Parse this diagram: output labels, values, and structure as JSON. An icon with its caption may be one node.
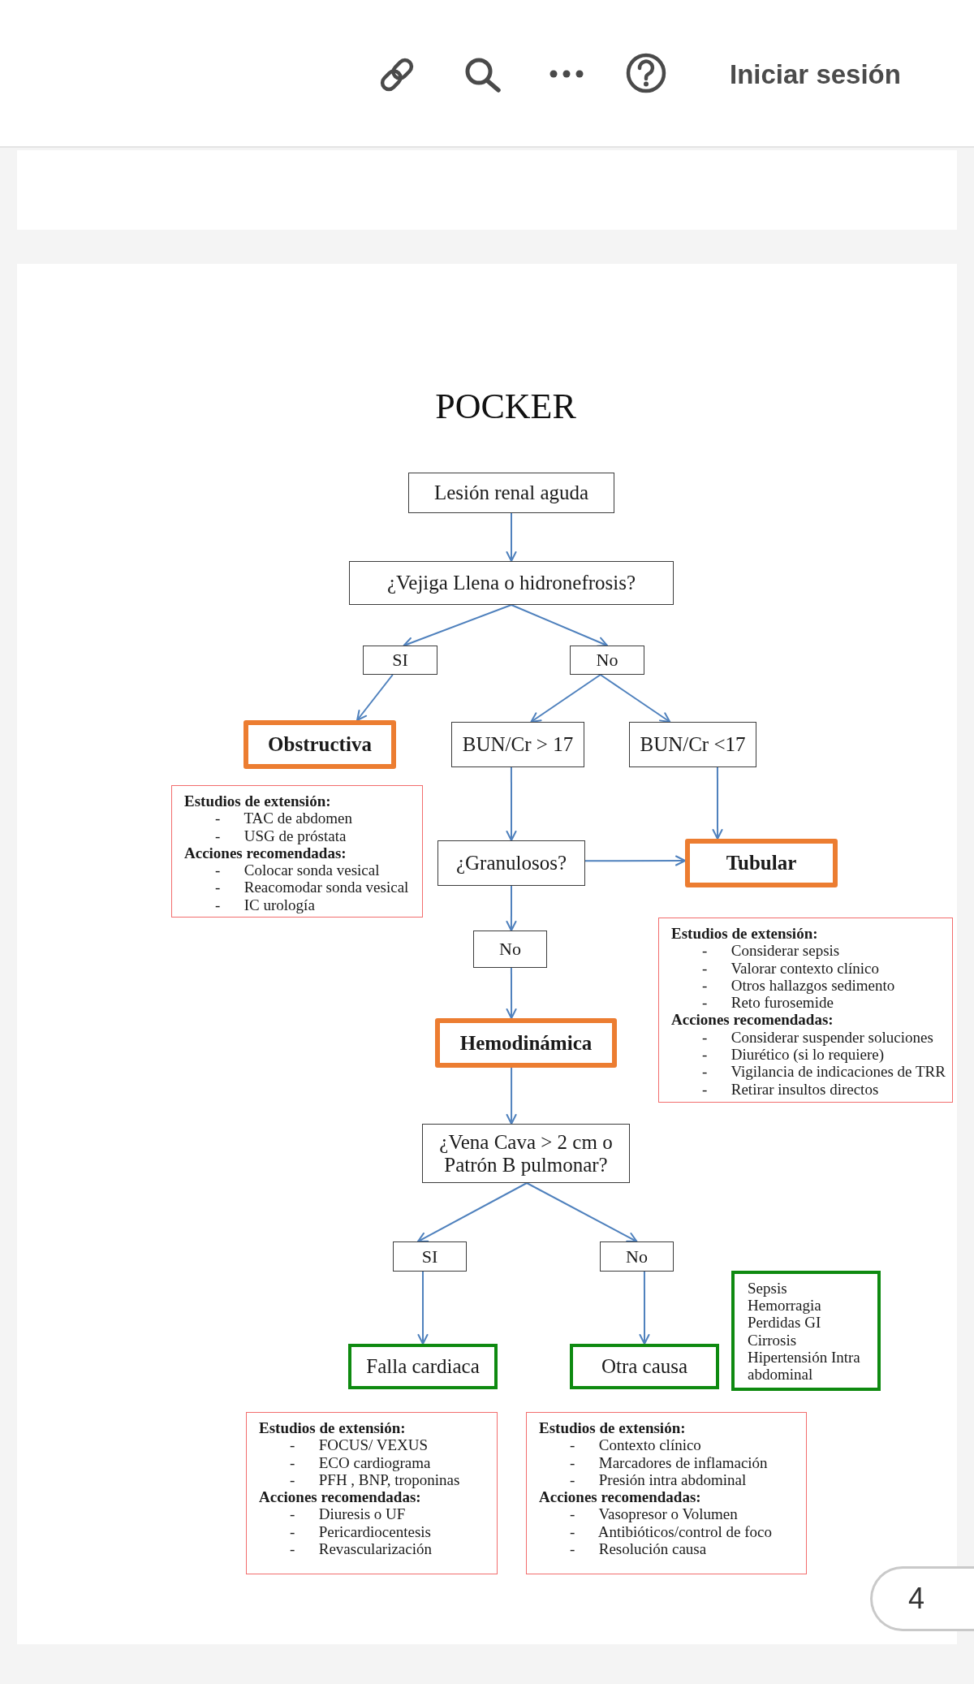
{
  "diagram": {
    "title": "POCKER",
    "nodes": [
      {
        "text": [
          "Lesión renal aguda"
        ]
      },
      {
        "text": [
          "¿Vejiga Llena o hidronefrosis?"
        ]
      },
      {
        "text": [
          "SI"
        ]
      },
      {
        "text": [
          "No"
        ]
      },
      {
        "text": [
          "Obstructiva"
        ]
      },
      {
        "text": [
          "BUN/Cr > 17"
        ]
      },
      {
        "text": [
          "BUN/Cr <17"
        ]
      },
      {
        "text": [
          "Estudios de extensión:",
          "- TAC de abdomen",
          "- USG de próstata",
          "Acciones recomendadas:",
          "- Colocar sonda vesical",
          "- Reacomodar sonda vesical",
          "- IC urología"
        ]
      },
      {
        "text": [
          "¿Granulosos?"
        ]
      },
      {
        "text": [
          "Tubular"
        ]
      },
      {
        "text": [
          "No"
        ]
      },
      {
        "text": [
          "Estudios de extensión:",
          "- Considerar sepsis",
          "- Valorar contexto clínico",
          "- Otros hallazgos sedimento",
          "- Reto furosemide",
          "Acciones recomendadas:",
          "- Considerar suspender soluciones",
          "- Diurético (si lo requiere)",
          "- Vigilancia de indicaciones de TRR",
          "- Retirar insultos directos"
        ]
      },
      {
        "text": [
          "Hemodinámica"
        ]
      },
      {
        "text": [
          "¿Vena Cava > 2 cm o Patrón B pulmonar?"
        ]
      },
      {
        "text": [
          "SI"
        ]
      },
      {
        "text": [
          "No"
        ]
      },
      {
        "text": [
          "Falla cardiaca"
        ]
      },
      {
        "text": [
          "Otra causa"
        ]
      },
      {
        "text": [
          "Sepsis",
          "Hemorragia",
          "Perdidas GI",
          "Cirrosis",
          "Hipertensión Intra abdominal"
        ]
      },
      {
        "text": [
          "Estudios de extensión:",
          "- FOCUS/ VEXUS",
          "- ECO cardiograma",
          "- PFH , BNP, troponinas",
          "Acciones recomendadas:",
          "- Diuresis o UF",
          "- Pericardiocentesis",
          "- Revascularización"
        ]
      },
      {
        "text": [
          "Estudios de extensión:",
          "- Contexto clínico",
          "- Marcadores de inflamación",
          "- Presión intra abdominal",
          "Acciones recomendadas:",
          "- Vasopresor o Volumen",
          "- Antibióticos/control de foco",
          "- Resolución causa"
        ]
      }
    ],
    "edges": [
      {
        "from": 0,
        "to": 1,
        "arrow": "to"
      },
      {
        "from": 1,
        "to": 2,
        "arrow": "to"
      },
      {
        "from": 1,
        "to": 3,
        "arrow": "to"
      },
      {
        "from": 2,
        "to": 4,
        "arrow": "to"
      },
      {
        "from": 3,
        "to": 5,
        "arrow": "to"
      },
      {
        "from": 3,
        "to": 6,
        "arrow": "to"
      },
      {
        "from": 5,
        "to": 8,
        "arrow": "to"
      },
      {
        "from": 6,
        "to": 9,
        "arrow": "to"
      },
      {
        "from": 8,
        "to": 9,
        "arrow": "to"
      },
      {
        "from": 8,
        "to": 10,
        "arrow": "to"
      },
      {
        "from": 10,
        "to": 12,
        "arrow": "to"
      },
      {
        "from": 12,
        "to": 13,
        "arrow": "to"
      },
      {
        "from": 13,
        "to": 14,
        "arrow": "to"
      },
      {
        "from": 13,
        "to": 15,
        "arrow": "to"
      },
      {
        "from": 14,
        "to": 16,
        "arrow": "to"
      },
      {
        "from": 15,
        "to": 17,
        "arrow": "to"
      }
    ],
    "labels": [
      "Iniciar sesión",
      "4"
    ]
  }
}
